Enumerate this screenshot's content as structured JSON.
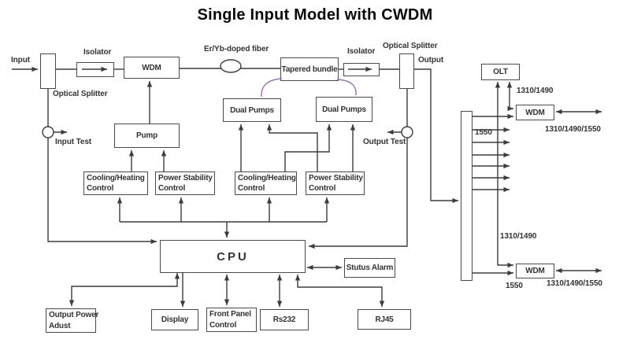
{
  "title": "Single Input Model with CWDM",
  "colors": {
    "line": "#3c3c3c",
    "box_border": "#4a4a4a",
    "pump_fiber": "#9a6db8",
    "text": "#333333"
  },
  "labels": {
    "input": "Input",
    "isolator_in": "Isolator",
    "optical_splitter_in": "Optical Splitter",
    "input_test": "Input Test",
    "er_yb_fiber": "Er/Yb-doped fiber",
    "isolator_out": "Isolator",
    "optical_splitter_out": "Optical Splitter",
    "output": "Output",
    "output_test": "Output Test"
  },
  "blocks": {
    "wdm_main": "WDM",
    "tapered_bundle": "Tapered bundle",
    "pump": "Pump",
    "dual_pumps_left": "Dual Pumps",
    "dual_pumps_right": "Dual Pumps",
    "cooling_heating_left": {
      "line1": "Cooling/Heating",
      "line2": "Control"
    },
    "power_stability_left": {
      "line1": "Power Stability",
      "line2": "Control"
    },
    "cooling_heating_right": {
      "line1": "Cooling/Heating",
      "line2": "Control"
    },
    "power_stability_right": {
      "line1": "Power Stability",
      "line2": "Control"
    },
    "cpu": "CPU",
    "status_alarm": "Stutus Alarm",
    "output_power_adjust": {
      "line1": "Output Power",
      "line2": "Adust"
    },
    "display": "Display",
    "front_panel_control": {
      "line1": "Front Panel",
      "line2": "Control"
    },
    "rs232": "Rs232",
    "rj45": "RJ45",
    "olt": "OLT",
    "wdm_olt_top": "WDM",
    "wdm_olt_bottom": "WDM"
  },
  "wavelengths": {
    "olt_link_top": "1310/1490",
    "combined_top": "1310/1490/1550",
    "video_in_top": "1550",
    "olt_link_bottom": "1310/1490",
    "video_in_bottom": "1550",
    "combined_bottom": "1310/1490/1550"
  }
}
